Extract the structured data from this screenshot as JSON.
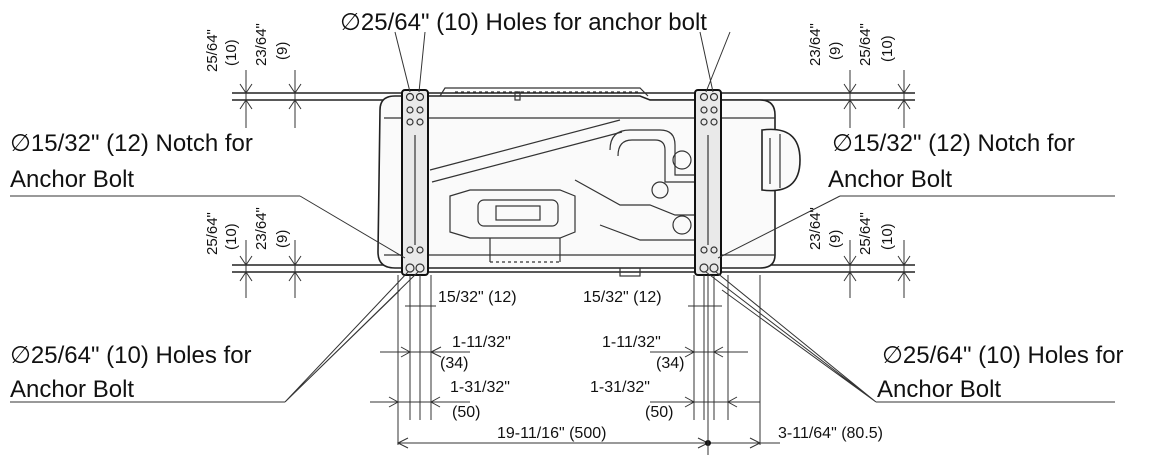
{
  "labels": {
    "top_holes": "∅25/64\" (10) Holes for anchor bolt",
    "notch_left_line1": "∅15/32\" (12) Notch for",
    "notch_left_line2": "Anchor Bolt",
    "notch_right_line1": "∅15/32\" (12) Notch for",
    "notch_right_line2": "Anchor Bolt",
    "holes_left_line1": "∅25/64\" (10) Holes for",
    "holes_left_line2": "Anchor Bolt",
    "holes_right_line1": "∅25/64\" (10) Holes for",
    "holes_right_line2": "Anchor Bolt"
  },
  "vertical_dims": {
    "top_left_a": "25/64\"",
    "top_left_a_mm": "(10)",
    "top_left_b": "23/64\"",
    "top_left_b_mm": "(9)",
    "top_right_a": "23/64\"",
    "top_right_a_mm": "(9)",
    "top_right_b": "25/64\"",
    "top_right_b_mm": "(10)",
    "mid_left_a": "25/64\"",
    "mid_left_a_mm": "(10)",
    "mid_left_b": "23/64\"",
    "mid_left_b_mm": "(9)",
    "mid_right_a": "23/64\"",
    "mid_right_a_mm": "(9)",
    "mid_right_b": "25/64\"",
    "mid_right_b_mm": "(10)"
  },
  "horizontal_dims": {
    "left_notch": "15/32\" (12)",
    "right_notch": "15/32\" (12)",
    "left_a": "1-11/32\"",
    "left_a_mm": "(34)",
    "right_a": "1-11/32\"",
    "right_a_mm": "(34)",
    "left_b": "1-31/32\"",
    "left_b_mm": "(50)",
    "right_b": "1-31/32\"",
    "right_b_mm": "(50)",
    "overall": "19-11/16\" (500)",
    "offset": "3-11/64\" (80.5)"
  }
}
